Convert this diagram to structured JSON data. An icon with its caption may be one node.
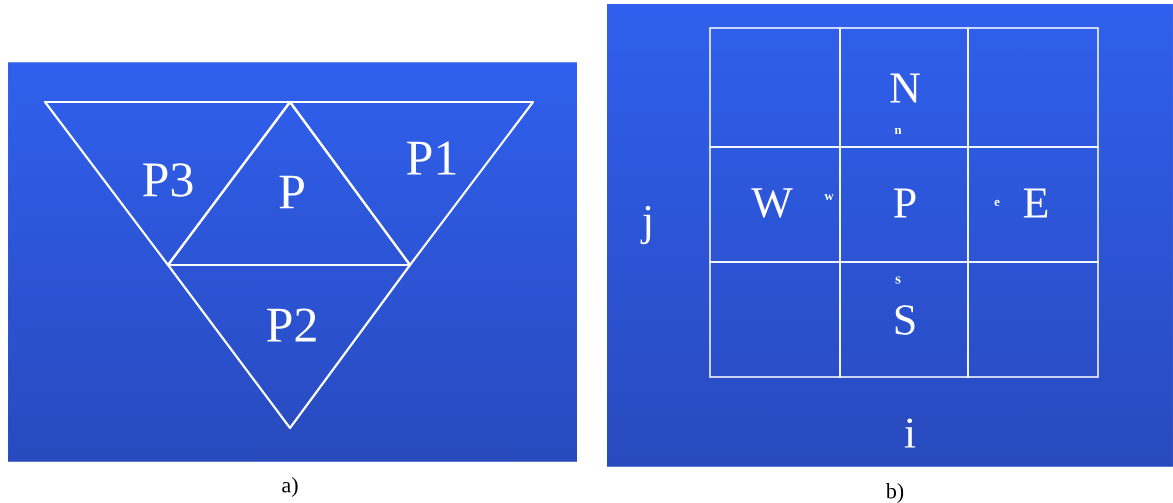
{
  "diagram": {
    "nodes": [
      {
        "text": [
          "P3"
        ]
      },
      {
        "text": [
          "P"
        ]
      },
      {
        "text": [
          "P1"
        ]
      },
      {
        "text": [
          "P2"
        ]
      },
      {
        "text": [],
        "shape": "box"
      },
      {
        "text": [
          "N",
          "n"
        ]
      },
      {
        "text": [],
        "shape": "box"
      },
      {
        "text": [
          "W",
          "w"
        ]
      },
      {
        "text": [
          "P"
        ]
      },
      {
        "text": [
          "e",
          "E"
        ]
      },
      {
        "text": [],
        "shape": "box"
      },
      {
        "text": [
          "s",
          "S"
        ]
      },
      {
        "text": [],
        "shape": "box"
      }
    ],
    "labels": [
      "j",
      "i",
      "a)",
      "b)"
    ]
  }
}
